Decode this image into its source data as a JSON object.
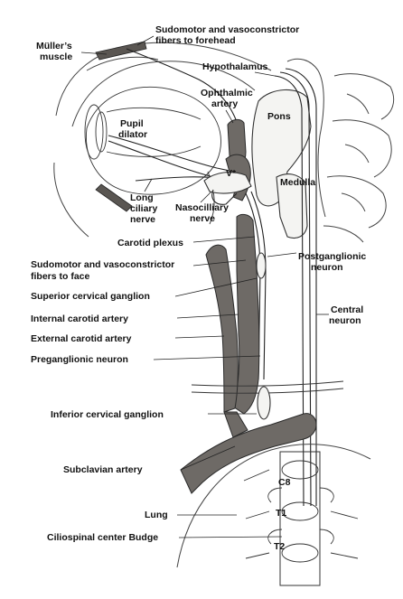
{
  "labels": {
    "sudomotor_forehead_1": "Sudomotor and vasoconstrictor",
    "sudomotor_forehead_2": "fibers to forehead",
    "muller_1": "Müller’s",
    "muller_2": "muscle",
    "hypothalamus": "Hypothalamus",
    "ophthalmic_1": "Ophthalmic",
    "ophthalmic_2": "artery",
    "pupil_1": "Pupil",
    "pupil_2": "dilator",
    "pons": "Pons",
    "v_star": "V*",
    "medulla": "Medulla",
    "long_ciliary_1": "Long",
    "long_ciliary_2": "ciliary",
    "long_ciliary_3": "nerve",
    "nasociliary_1": "Nasocilliary",
    "nasociliary_2": "nerve",
    "carotid_plexus": "Carotid plexus",
    "sudomotor_face_1": "Sudomotor and vasoconstrictor",
    "sudomotor_face_2": "fibers to face",
    "postganglionic_1": "Postganglionic",
    "postganglionic_2": "neuron",
    "superior_cervical": "Superior cervical ganglion",
    "central_1": "Central",
    "central_2": "neuron",
    "internal_carotid": "Internal carotid artery",
    "external_carotid": "External carotid artery",
    "preganglionic": "Preganglionic neuron",
    "inferior_cervical": "Inferior cervical ganglion",
    "subclavian": "Subclavian artery",
    "c8": "C8",
    "lung": "Lung",
    "t1": "T1",
    "ciliospinal": "Ciliospinal center Budge",
    "t2": "T2"
  },
  "colors": {
    "vessel": "#6e6a66",
    "outline": "#2a2a2a",
    "background": "#ffffff"
  }
}
